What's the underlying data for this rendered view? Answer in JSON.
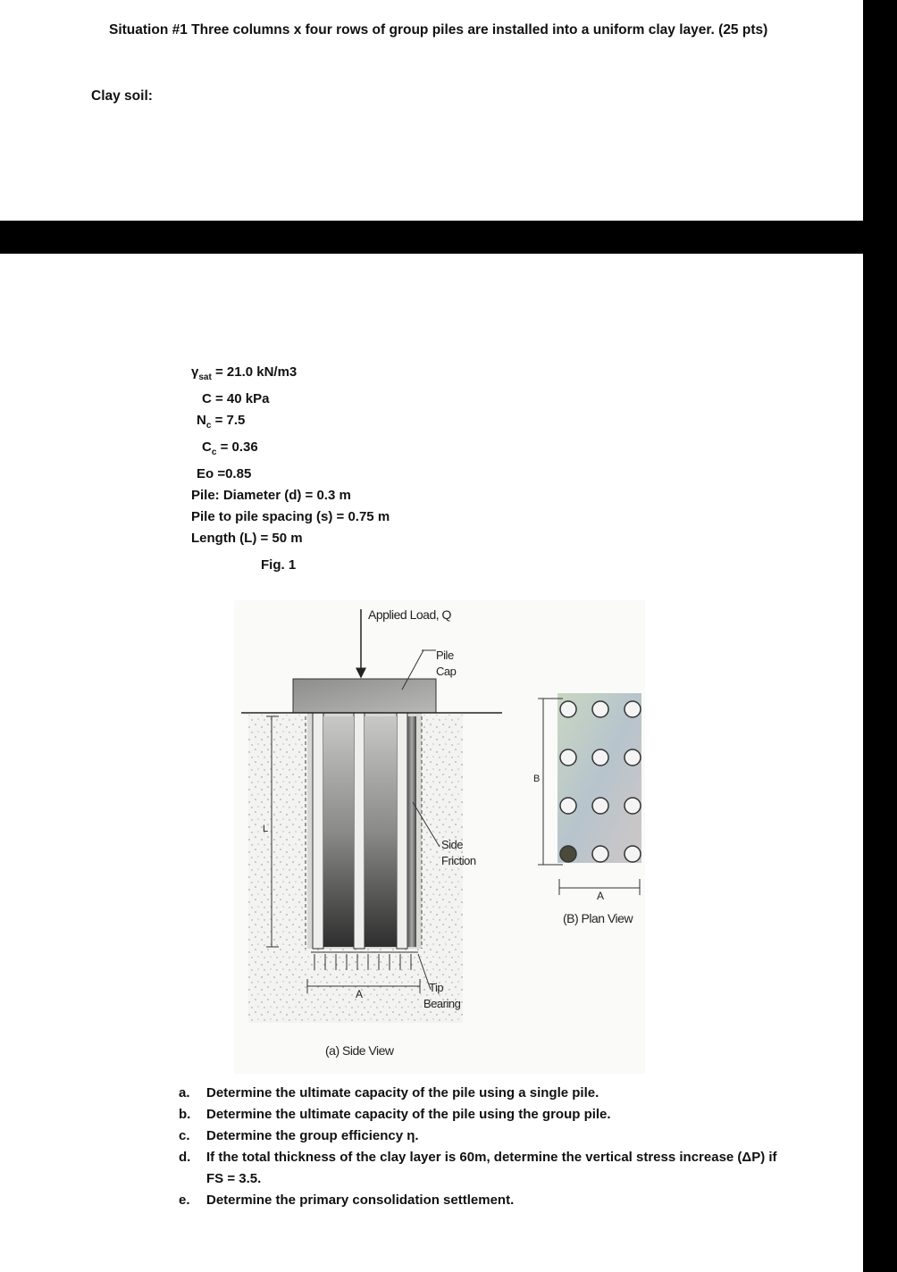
{
  "title": "Situation #1 Three columns x four rows of group piles are installed into a uniform clay layer. (25 pts)",
  "clay_heading": "Clay soil:",
  "params": {
    "gamma_sym": "γ",
    "gamma_sub": "sat",
    "gamma_val": " = 21.0 kN/m3",
    "c": "C = 40 kPa",
    "nc_sym": "N",
    "nc_sub": "c",
    "nc_val": " = 7.5",
    "cc_sym": "C",
    "cc_sub": "c",
    "cc_val": " = 0.36",
    "eo": "Eo =0.85",
    "diameter": "Pile: Diameter (d) = 0.3 m",
    "spacing": "Pile to pile spacing (s) = 0.75 m",
    "length": "Length (L) = 50 m"
  },
  "figure": {
    "label": "Fig. 1",
    "applied_load": "Applied Load, Q",
    "pile_cap_1": "Pile",
    "pile_cap_2": "Cap",
    "side_friction_1": "Side",
    "side_friction_2": "Friction",
    "tip_bearing_1": "Tip",
    "tip_bearing_2": "Bearing",
    "dim_L": "L",
    "dim_A_side": "A",
    "dim_A_plan": "A",
    "dim_B": "B",
    "side_view": "(a) Side View",
    "plan_view": "(B) Plan View"
  },
  "questions": [
    {
      "letter": "a.",
      "text": "Determine the ultimate capacity of the pile using a single pile."
    },
    {
      "letter": "b.",
      "text": "Determine the ultimate capacity of the pile using the group pile."
    },
    {
      "letter": "c.",
      "text": "Determine the group efficiency η."
    },
    {
      "letter": "d.",
      "text": "If the total thickness of the clay layer is 60m, determine the vertical stress increase (ΔP) if FS = 3.5."
    },
    {
      "letter": "e.",
      "text": "Determine the primary consolidation settlement."
    }
  ]
}
